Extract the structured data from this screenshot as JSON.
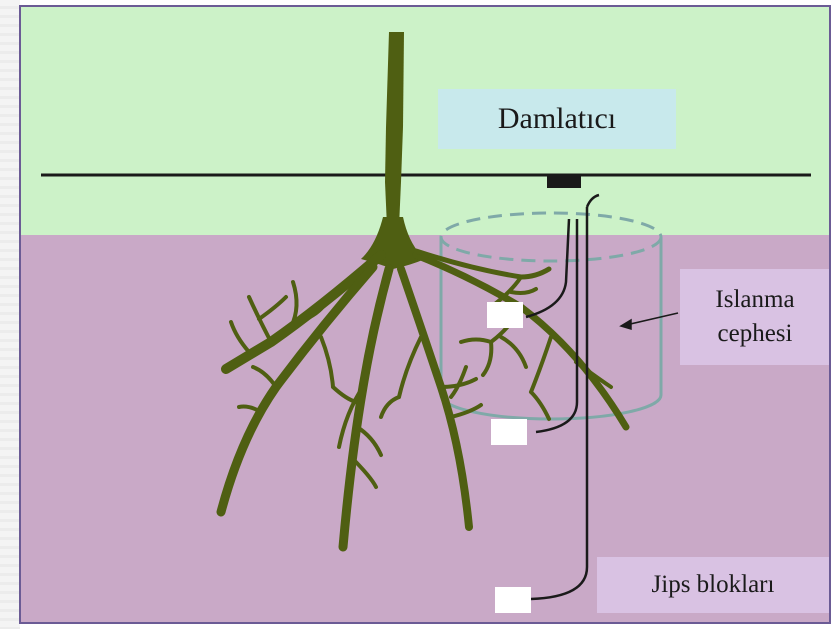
{
  "labels": {
    "dripper": "Damlatıcı",
    "wetting_front_line1": "Islanma",
    "wetting_front_line2": "cephesi",
    "gypsum_blocks": "Jips blokları"
  },
  "colors": {
    "air": "#ccf2c8",
    "soil": "#c9a9c7",
    "root": "#4f5f12",
    "frame": "#6b5b95",
    "wetting_cylinder": "#7fa9a8",
    "label_box_blue": "#c8e9ec",
    "label_box_purple": "#d9c2e3",
    "sensor_block": "#ffffff"
  }
}
